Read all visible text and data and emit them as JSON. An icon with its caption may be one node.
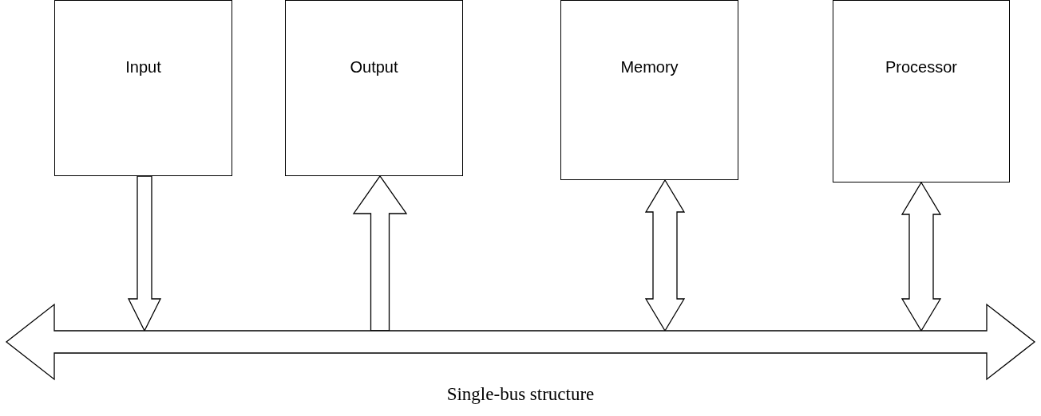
{
  "diagram": {
    "caption": "Single-bus structure",
    "nodes": [
      {
        "text": [
          "Input"
        ]
      },
      {
        "text": [
          "Output"
        ]
      },
      {
        "text": [
          "Memory"
        ]
      },
      {
        "text": [
          "Processor"
        ]
      },
      {
        "text": [],
        "shape": "bar"
      }
    ],
    "edges": [
      {
        "from": 0,
        "to": 4,
        "arrow": "to"
      },
      {
        "from": 4,
        "to": 1,
        "arrow": "to"
      },
      {
        "from": 2,
        "to": 4,
        "arrow": "both"
      },
      {
        "from": 3,
        "to": 4,
        "arrow": "both"
      }
    ]
  }
}
